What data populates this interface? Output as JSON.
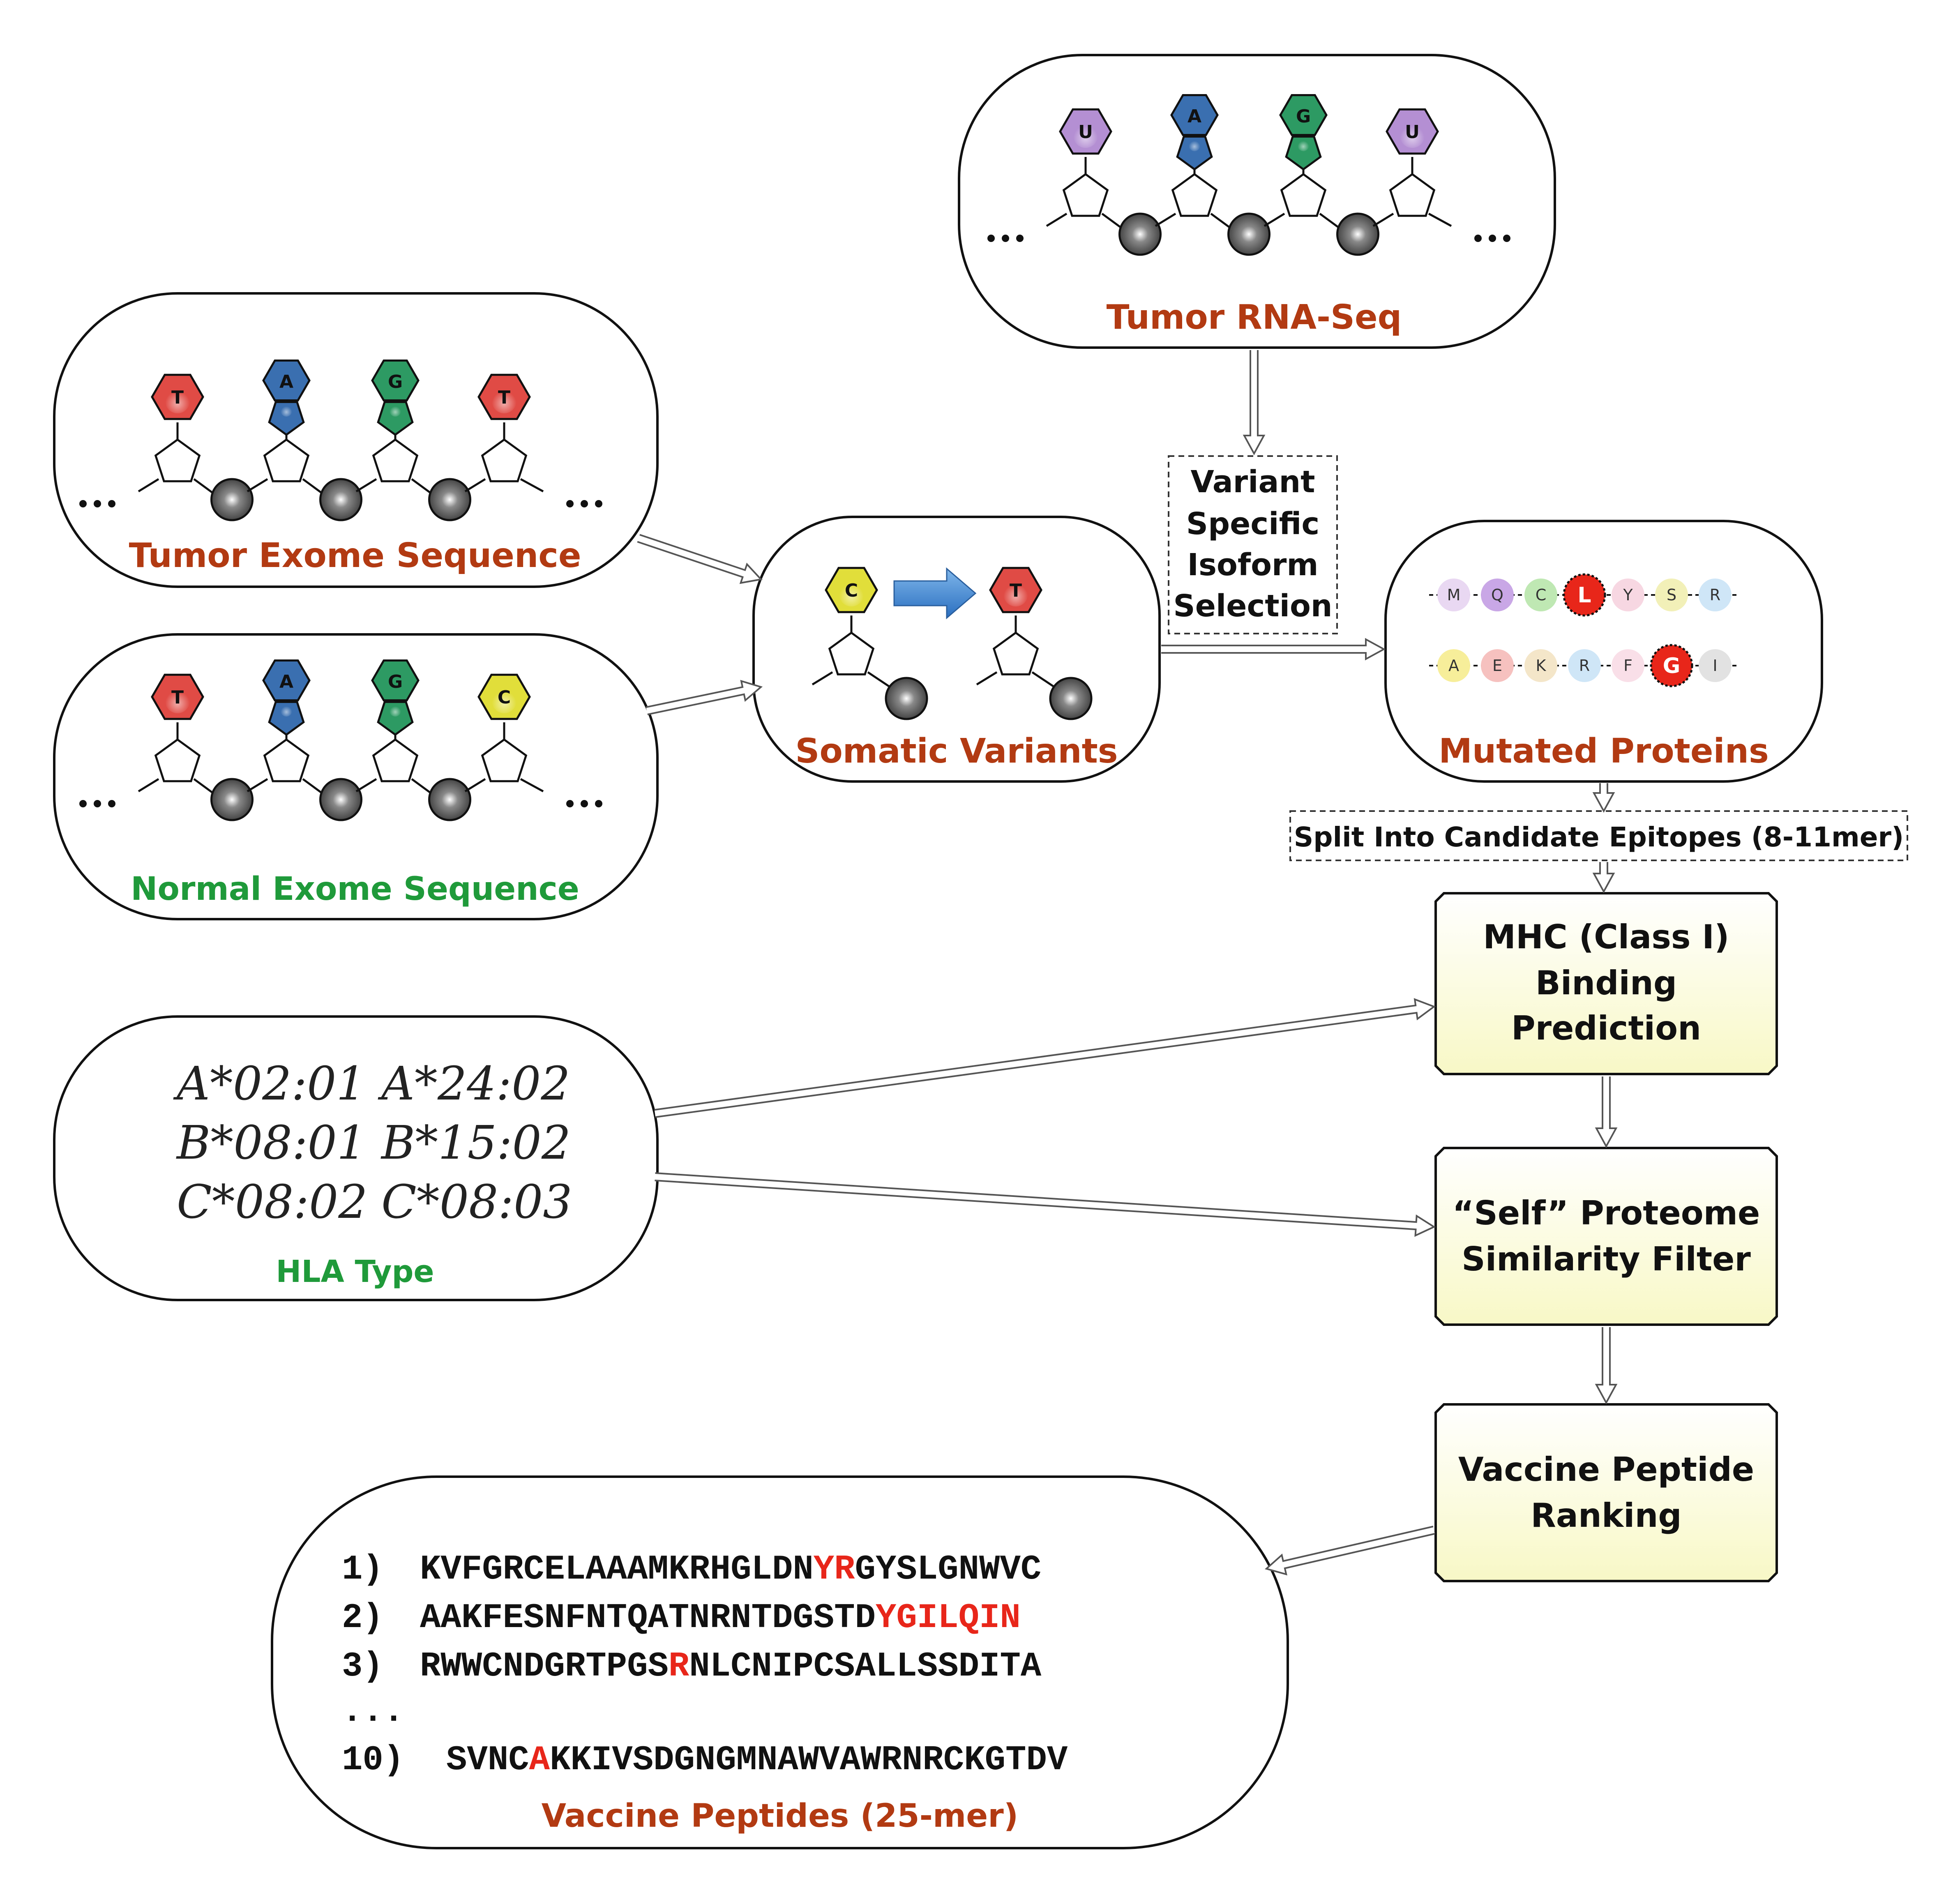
{
  "colors": {
    "label_red": "#b23a12",
    "label_green": "#1f9a3a",
    "mutation_red": "#e8261a",
    "T": "#e04b45",
    "A": "#3a6fb0",
    "G": "#2d9a63",
    "C": "#e1de3a",
    "U": "#b48fd3",
    "box_fill": "#fdfdd8",
    "arrow": "#3a84d8"
  },
  "nodes": {
    "tumor_rna": {
      "label": "Tumor RNA-Seq",
      "bases": [
        "U",
        "A",
        "G",
        "U"
      ]
    },
    "tumor_exome": {
      "label": "Tumor Exome Sequence",
      "bases": [
        "T",
        "A",
        "G",
        "T"
      ]
    },
    "normal_exome": {
      "label": "Normal Exome Sequence",
      "bases": [
        "T",
        "A",
        "G",
        "C"
      ]
    },
    "somatic": {
      "label": "Somatic Variants",
      "from": "C",
      "to": "T"
    },
    "mutated": {
      "label": "Mutated Proteins",
      "row1": [
        "M",
        "Q",
        "C",
        "L",
        "Y",
        "S",
        "R"
      ],
      "row2": [
        "A",
        "E",
        "K",
        "R",
        "F",
        "G",
        "I"
      ]
    },
    "hla": {
      "label": "HLA Type",
      "alleles": [
        "A*02:01",
        "A*24:02",
        "B*08:01",
        "B*15:02",
        "C*08:02",
        "C*08:03"
      ]
    },
    "vaccine": {
      "label": "Vaccine Peptides (25-mer)",
      "ellipsis": "...",
      "peptides": [
        {
          "num": "1)",
          "pre": "KVFGRCELAAAMKRHGLDN",
          "mut": "YR",
          "post": "GYSLGNWVC"
        },
        {
          "num": "2)",
          "pre": "AAKFESNFNTQATNRNTDGSTD",
          "mut": "YGILQIN",
          "post": ""
        },
        {
          "num": "3)",
          "pre": "RWWCNDGRTPGS",
          "mut": "R",
          "post": "NLCNIPCSALLSSDITA"
        },
        {
          "num": "10)",
          "pre": "SVNC",
          "mut": "A",
          "post": "KKIVSDGNGMNAWVAWRNRCKGTDV"
        }
      ]
    }
  },
  "steps": {
    "isoform": [
      "Variant",
      "Specific",
      "Isoform",
      "Selection"
    ],
    "split": "Split Into Candidate Epitopes (8-11mer)",
    "mhc": [
      "MHC (Class I)",
      "Binding",
      "Prediction"
    ],
    "self": [
      "“Self” Proteome",
      "Similarity Filter"
    ],
    "ranking": [
      "Vaccine Peptide",
      "Ranking"
    ]
  }
}
